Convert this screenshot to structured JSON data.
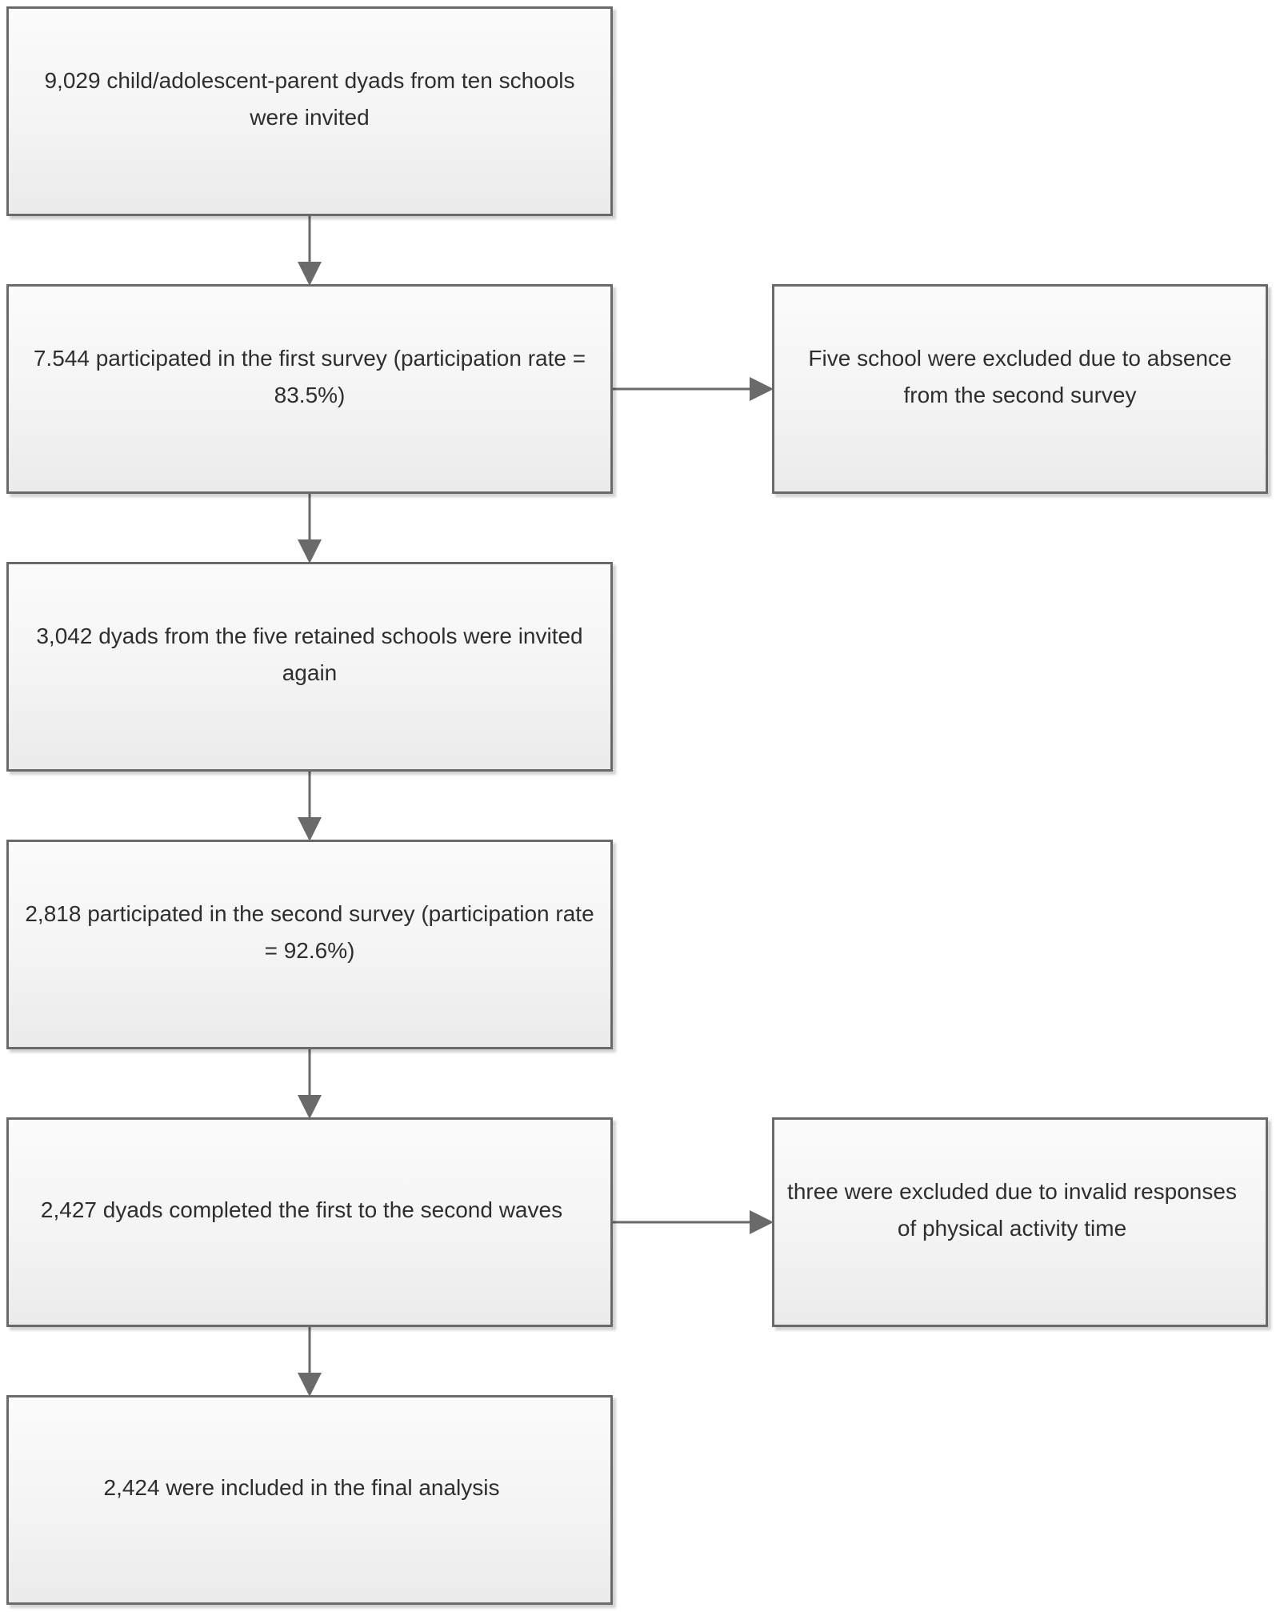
{
  "flow": {
    "main_steps": [
      {
        "text": "9,029 child/adolescent-parent dyads from ten schools were invited"
      },
      {
        "text": "7.544 participated in the first survey (participation rate = 83.5%)"
      },
      {
        "text": "3,042 dyads from the five retained schools were invited again"
      },
      {
        "text": "2,818 participated in the second survey (participation rate = 92.6%)"
      },
      {
        "text": "2,427 dyads completed the first to the second waves"
      },
      {
        "text": "2,424 were included in the final analysis"
      }
    ],
    "exclusions": [
      {
        "text": "Five school were excluded due to absence from the second survey"
      },
      {
        "text": "three were excluded due to invalid responses of physical activity time"
      }
    ]
  },
  "colors": {
    "border": "#6a6a6a",
    "arrow": "#6a6a6a",
    "text": "#2e2e2e",
    "box_fill_top": "#fbfbfb",
    "box_fill_bottom": "#ebebeb"
  }
}
